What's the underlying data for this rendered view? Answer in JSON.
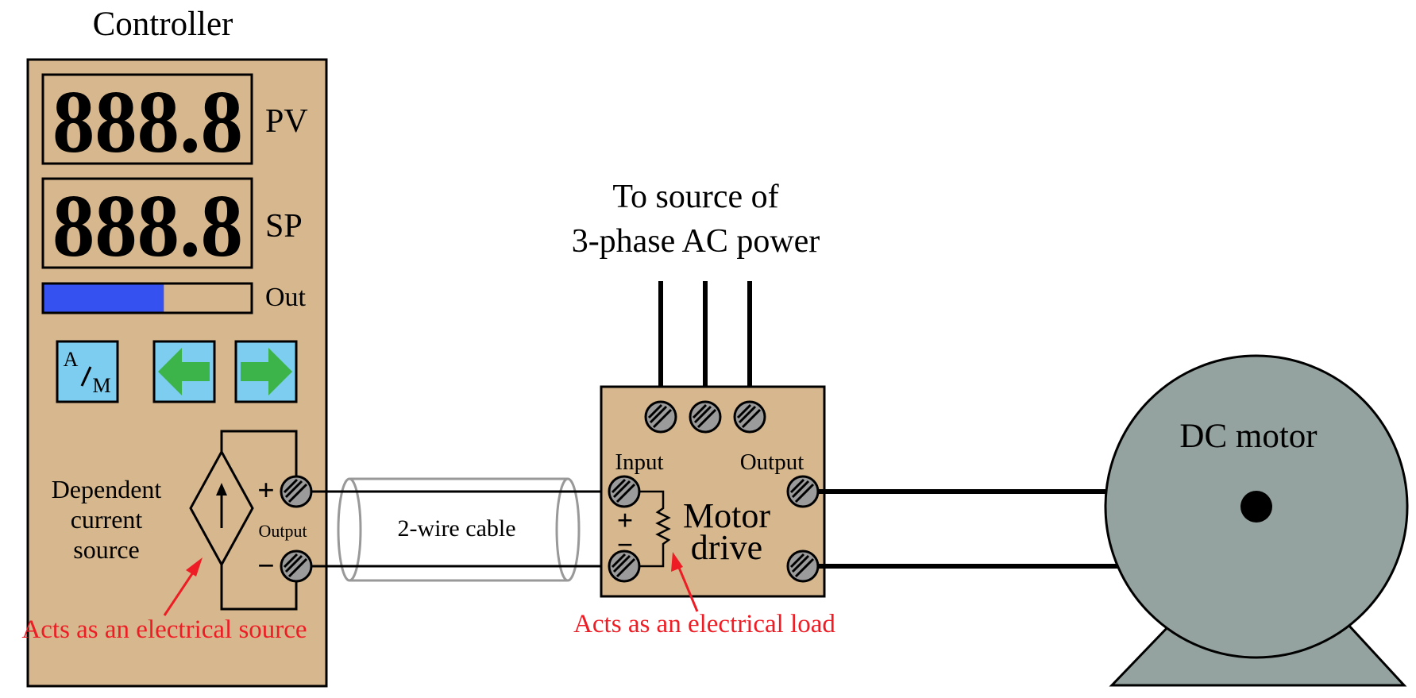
{
  "controller": {
    "title": "Controller",
    "pv_display": "888.8",
    "sp_display": "888.8",
    "pv_label": "PV",
    "sp_label": "SP",
    "out_label": "Out",
    "out_level_fraction": 0.58,
    "am_button": {
      "top": "A",
      "bottom": "M"
    },
    "left_button_icon": "arrow-left-icon",
    "right_button_icon": "arrow-right-icon",
    "source_label": [
      "Dependent",
      "current",
      "source"
    ],
    "plus_sign": "+",
    "minus_sign": "−",
    "output_label": "Output",
    "annotation": "Acts as an electrical source"
  },
  "cable": {
    "label": "2-wire cable"
  },
  "ac_power": {
    "line1": "To source of",
    "line2": "3-phase AC power"
  },
  "motor_drive": {
    "title_line1": "Motor",
    "title_line2": "drive",
    "input_label": "Input",
    "output_label": "Output",
    "plus_sign": "+",
    "minus_sign": "−",
    "annotation": "Acts as an electrical load"
  },
  "motor": {
    "label": "DC motor"
  },
  "colors": {
    "panel": "#d7b88e",
    "button": "#7ccdf0",
    "arrow": "#3cb449",
    "bar_fill": "#3552f0",
    "motor": "#95a3a0",
    "annotation": "#ee1c24"
  }
}
